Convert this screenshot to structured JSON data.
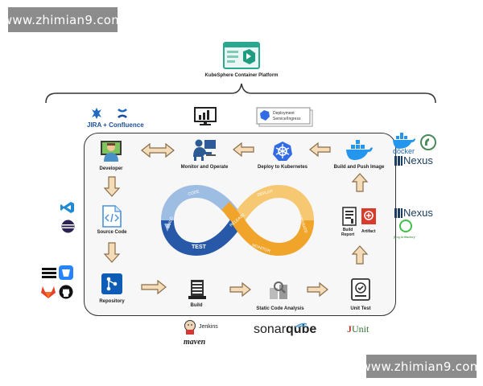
{
  "watermark": {
    "text": "www.zhimian9.com"
  },
  "platform": {
    "title": "KubeSphere Container Platform"
  },
  "stages": {
    "developer": "Developer",
    "monitor": "Monitor and Operate",
    "deploy": "Deploy to Kubernetes",
    "build_push": "Build and Push Image",
    "source_code": "Source Code",
    "build_report": "Build\nReport",
    "artifact": "Artifact",
    "repository": "Repository",
    "build": "Build",
    "static_analysis": "Static Code Analysis",
    "unit_test": "Unit Test"
  },
  "infinity": {
    "labels": [
      "CODE",
      "PLAN",
      "BUILD",
      "TEST",
      "RELEASE",
      "DEPLOY",
      "OPERATE",
      "MONITOR"
    ]
  },
  "deployment_box": {
    "line1": "Deployment",
    "line2": "Service/Ingress"
  },
  "tools": {
    "jira": "JIRA",
    "plus": "+",
    "confluence": "Confluence",
    "docker": "docker",
    "nexus_top": "Nexus",
    "nexus_mid": "Nexus",
    "jfrog": "jfrog Artifactory",
    "jenkins": "Jenkins",
    "maven": "maven",
    "sonar_a": "sonar",
    "sonar_b": "qube",
    "junit_j": "J",
    "junit_rest": "Unit"
  },
  "colors": {
    "blue": "#1f5aa8",
    "light_blue": "#8fb3de",
    "orange": "#f0a832",
    "light_orange": "#f6cc7e",
    "arrow_fill": "#f5dcb8",
    "arrow_stroke": "#8a6d4a"
  }
}
